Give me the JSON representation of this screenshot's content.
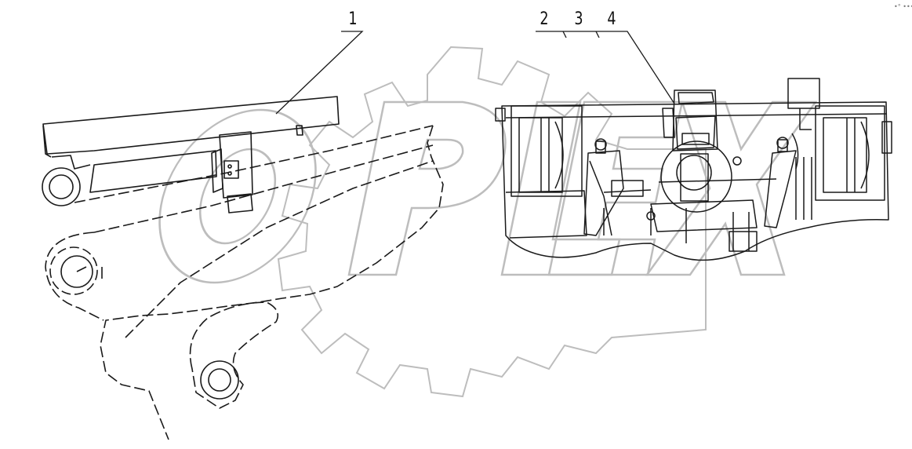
{
  "callouts": {
    "c1": "1",
    "c2": "2",
    "c3": "3",
    "c4": "4"
  },
  "watermark": {
    "text": "OPEX",
    "color": "#bdbdbd"
  },
  "corner_mark": "•° •••",
  "colors": {
    "line": "#1a1a1a",
    "background": "#ffffff"
  }
}
